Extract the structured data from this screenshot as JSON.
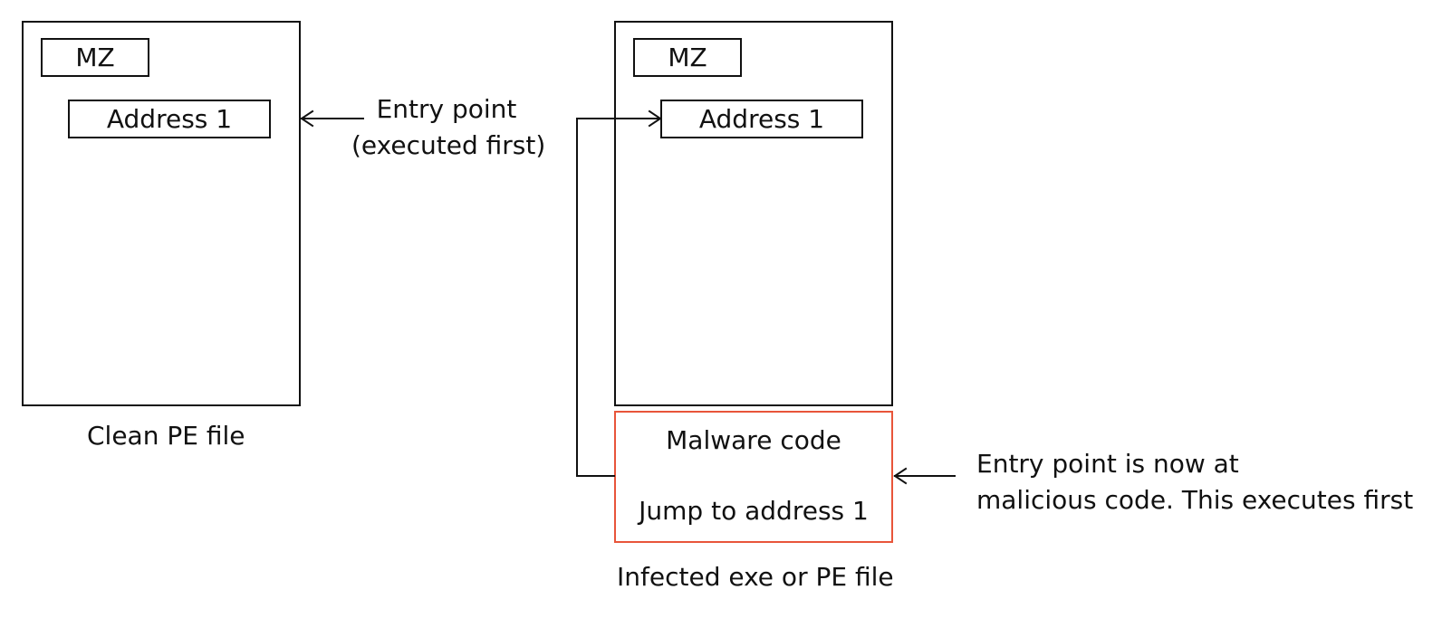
{
  "clean": {
    "mz": "MZ",
    "address": "Address 1",
    "entry_line1": "Entry point",
    "entry_line2": "(executed first)",
    "caption": "Clean PE file"
  },
  "infected": {
    "mz": "MZ",
    "address": "Address 1",
    "malware_title": "Malware code",
    "malware_jump": "Jump to address 1",
    "entry_line1": "Entry point is now at",
    "entry_line2": "malicious code. This executes first",
    "caption": "Infected exe or PE file"
  },
  "colors": {
    "malware_border": "#e8553a",
    "line": "#111111"
  }
}
